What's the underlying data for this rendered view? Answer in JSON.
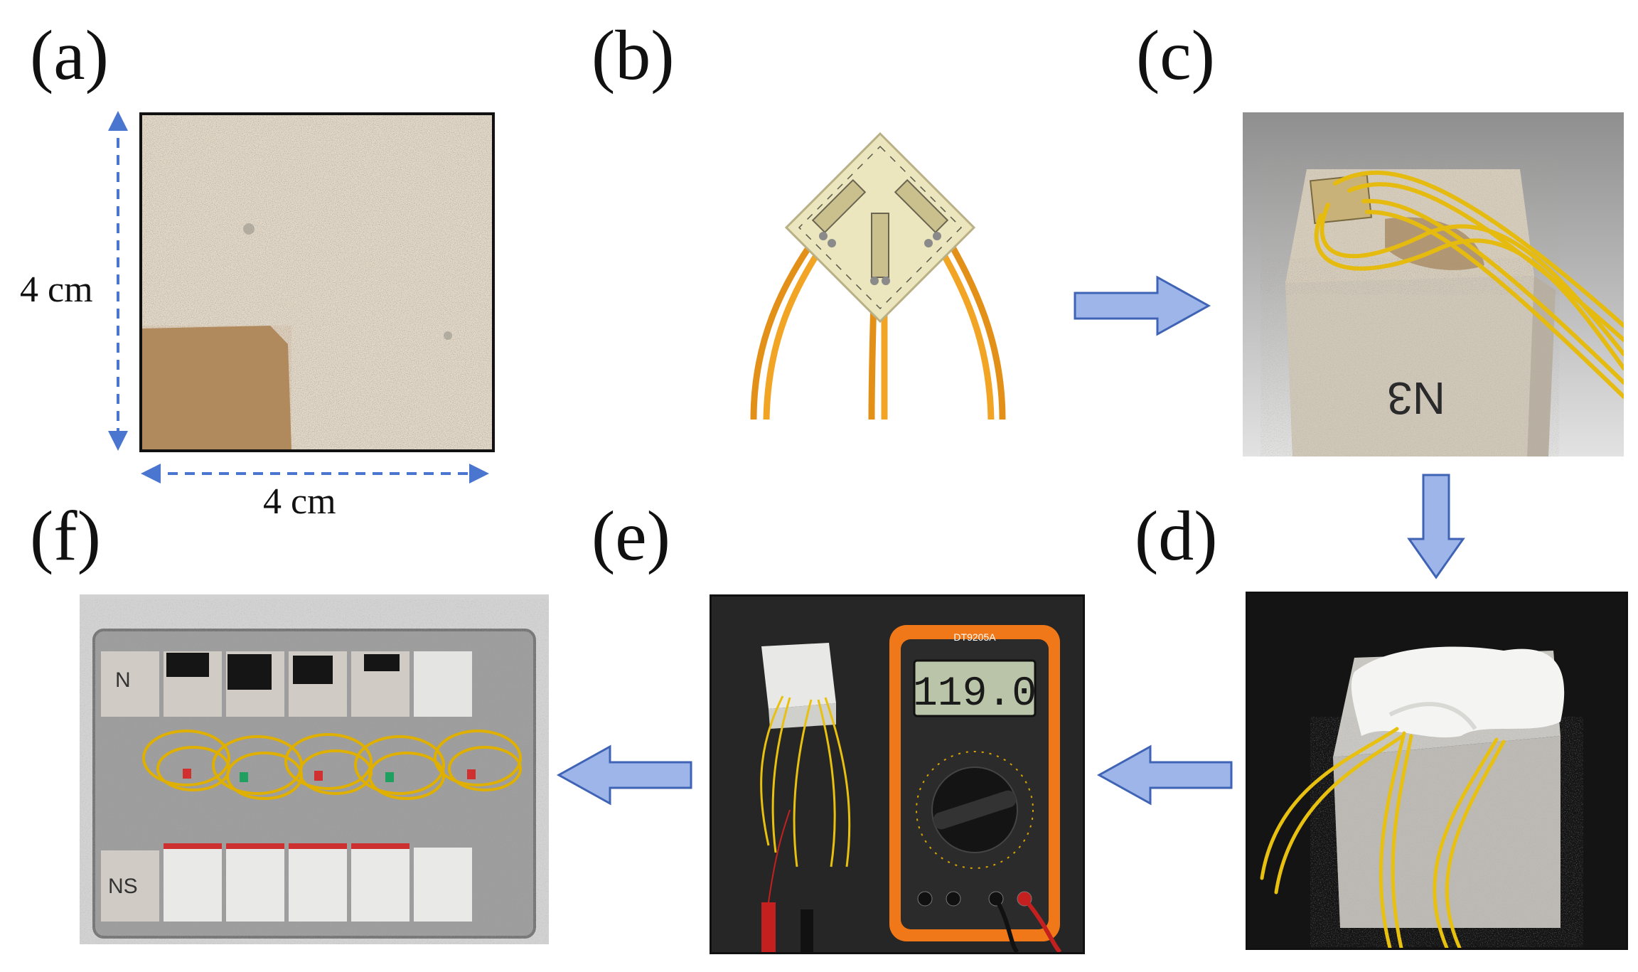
{
  "panels": {
    "a": {
      "label": "(a)",
      "height_label": "4 cm",
      "width_label": "4 cm"
    },
    "b": {
      "label": "(b)"
    },
    "c": {
      "label": "(c)",
      "block_marking": "N3"
    },
    "d": {
      "label": "(d)"
    },
    "e": {
      "label": "(e)",
      "meter_model": "DT9205A",
      "meter_reading": "119.0"
    },
    "f": {
      "label": "(f)",
      "row1_marking": "N",
      "row2_marking": "NS"
    }
  },
  "colors": {
    "arrow_fill": "#9db5e8",
    "arrow_stroke": "#3f63b5",
    "dimension_line": "#4a76d0",
    "wire_orange": "#f0a020",
    "wire_yellow": "#e8c020",
    "sand": "#ddd2c2",
    "meter_body": "#f07818"
  },
  "icons": [
    "flow-arrow-right",
    "flow-arrow-down",
    "flow-arrow-left",
    "dimension-arrow"
  ]
}
